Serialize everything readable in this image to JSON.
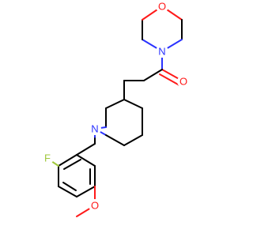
{
  "molecule": {
    "atoms": {
      "morpholine_oxygen": "O",
      "morpholine_nitrogen": "N",
      "carbonyl_oxygen": "O",
      "piperidine_nitrogen": "N",
      "fluorine": "F",
      "methoxy_oxygen": "O"
    },
    "colors": {
      "bond": "#000000",
      "nitrogen": "#2a32ff",
      "oxygen": "#ff1a1a",
      "fluorine": "#a0c83c",
      "background": "#ffffff"
    }
  }
}
